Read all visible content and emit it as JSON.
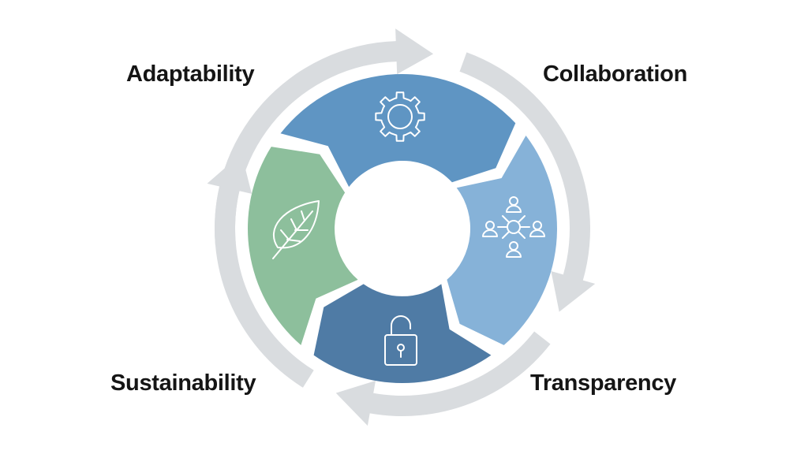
{
  "labels": {
    "adaptability": "Adaptability",
    "collaboration": "Collaboration",
    "transparency": "Transparency",
    "sustainability": "Sustainability"
  },
  "segments": [
    {
      "name": "adaptability",
      "icon": "gear-icon",
      "color": "#5f95c3"
    },
    {
      "name": "collaboration",
      "icon": "network-icon",
      "color": "#86b2d8"
    },
    {
      "name": "transparency",
      "icon": "unlocked-padlock-icon",
      "color": "#4f7ba5"
    },
    {
      "name": "sustainability",
      "icon": "leaf-icon",
      "color": "#8dbf9c"
    }
  ],
  "arrow_color": "#d9dcdf"
}
